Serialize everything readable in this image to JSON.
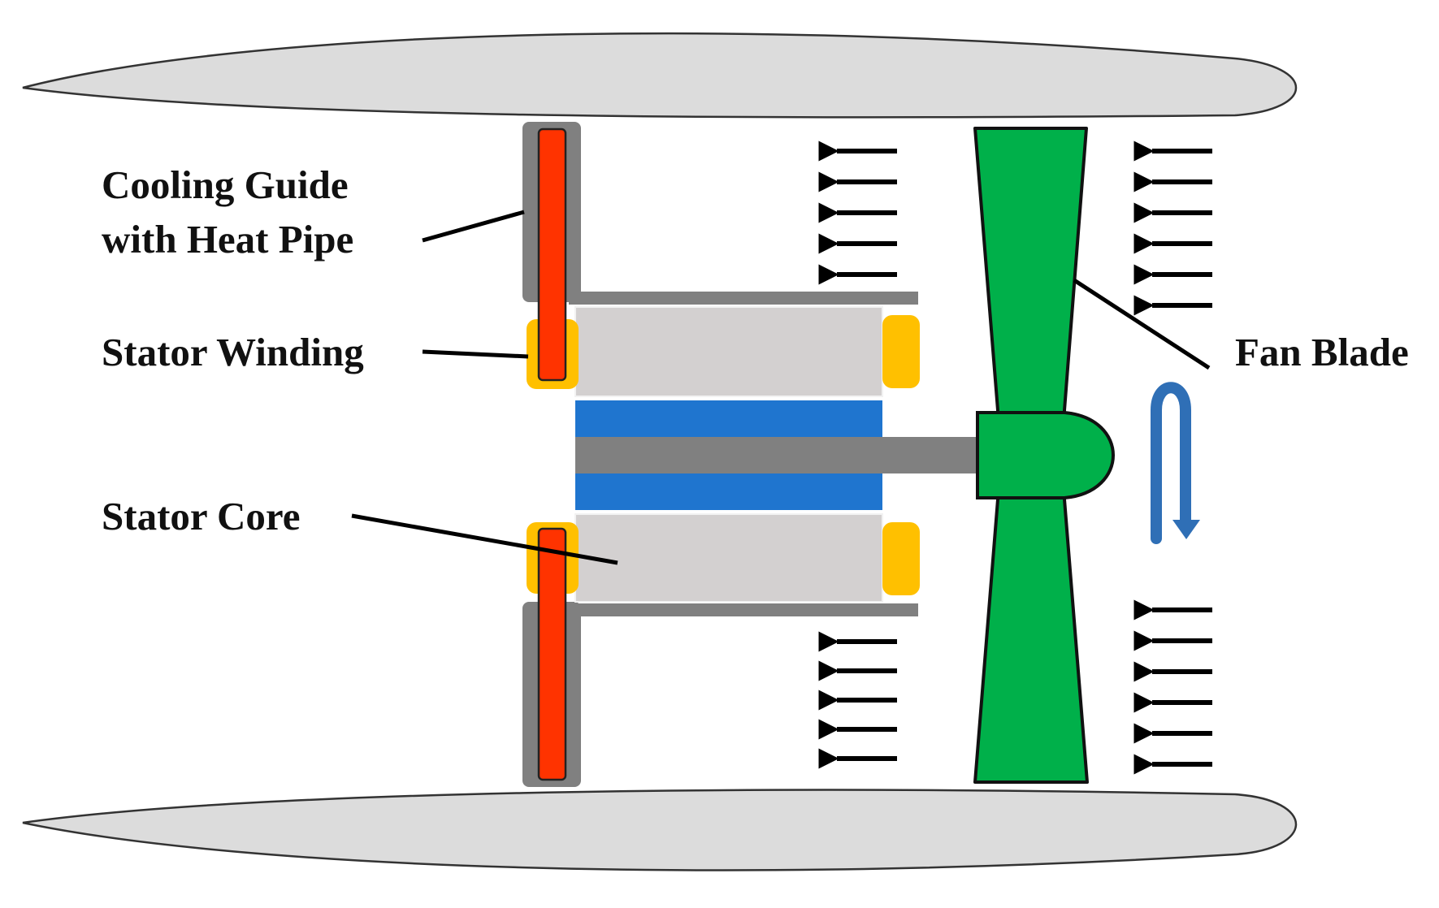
{
  "labels": {
    "cooling_guide_line1": "Cooling Guide",
    "cooling_guide_line2": "with Heat Pipe",
    "stator_winding": "Stator Winding",
    "stator_core": "Stator Core",
    "fan_blade": "Fan Blade"
  },
  "colors": {
    "nacelle": "#dcdcdc",
    "guide": "#808080",
    "heat_pipe": "#ff3300",
    "winding": "#ffc000",
    "core": "#d3d0d0",
    "rotor": "#1f75cf",
    "shaft": "#808080",
    "fan": "#00b04a",
    "rotation_arrow": "#2f6fb6",
    "airflow_arrow": "#000000"
  },
  "icons": {
    "airflow": "arrow-left-icon",
    "rotation": "rotation-arrow-icon"
  }
}
